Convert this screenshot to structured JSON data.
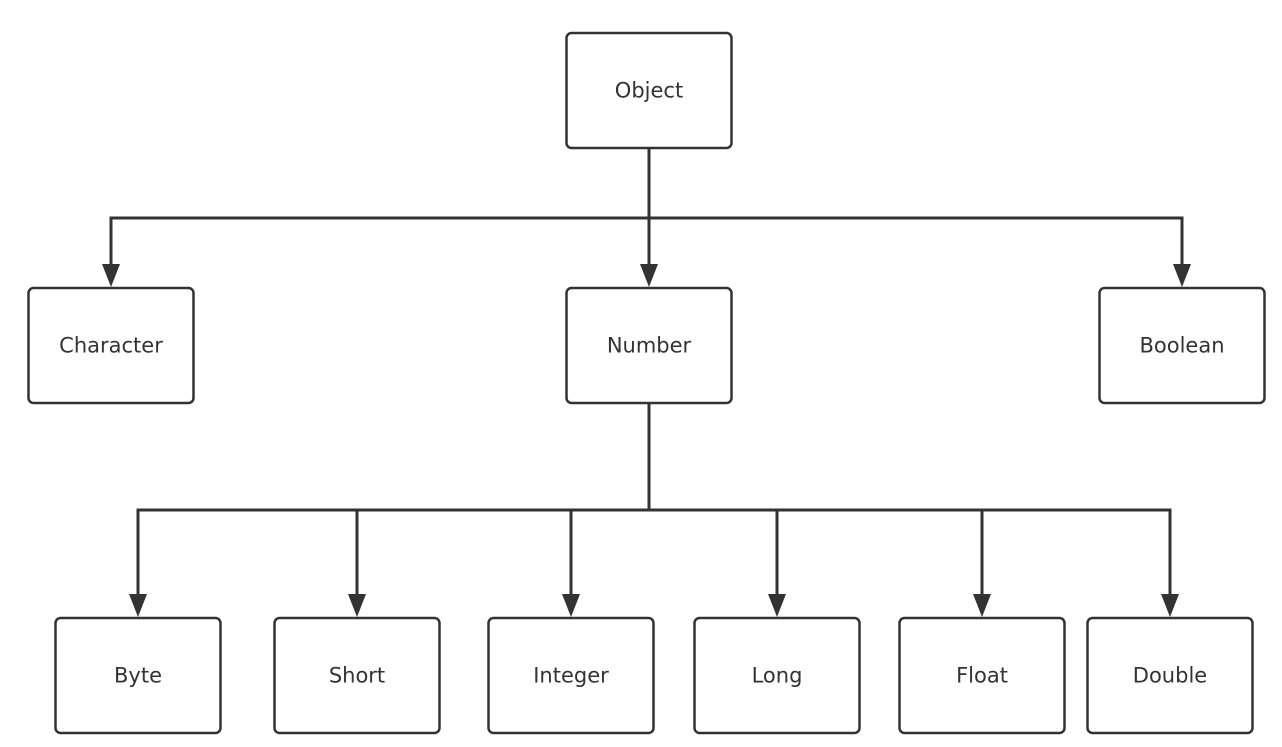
{
  "diagram": {
    "nodes": [
      {
        "id": "object",
        "label": "Object"
      },
      {
        "id": "character",
        "label": "Character"
      },
      {
        "id": "number",
        "label": "Number"
      },
      {
        "id": "boolean",
        "label": "Boolean"
      },
      {
        "id": "byte",
        "label": "Byte"
      },
      {
        "id": "short",
        "label": "Short"
      },
      {
        "id": "integer",
        "label": "Integer"
      },
      {
        "id": "long",
        "label": "Long"
      },
      {
        "id": "float",
        "label": "Float"
      },
      {
        "id": "double",
        "label": "Double"
      }
    ],
    "edges": [
      {
        "from": "object",
        "to": "character"
      },
      {
        "from": "object",
        "to": "number"
      },
      {
        "from": "object",
        "to": "boolean"
      },
      {
        "from": "number",
        "to": "byte"
      },
      {
        "from": "number",
        "to": "short"
      },
      {
        "from": "number",
        "to": "integer"
      },
      {
        "from": "number",
        "to": "long"
      },
      {
        "from": "number",
        "to": "float"
      },
      {
        "from": "number",
        "to": "double"
      }
    ],
    "colors": {
      "stroke": "#333333",
      "fill": "#ffffff",
      "text": "#333333"
    }
  }
}
